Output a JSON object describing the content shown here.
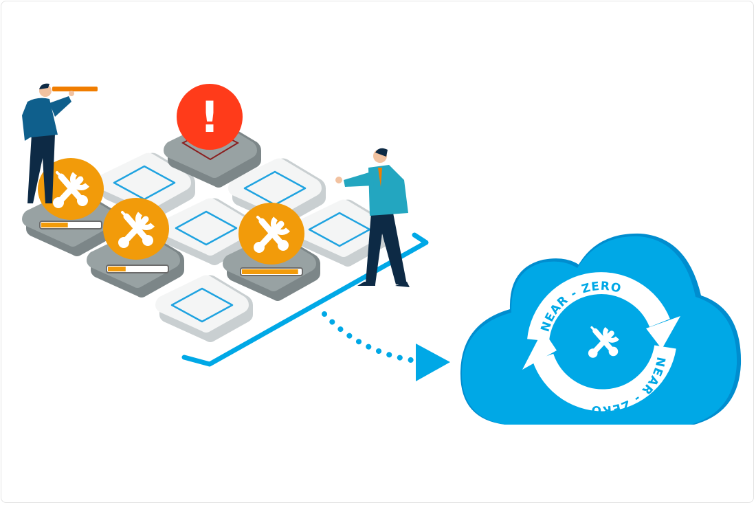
{
  "illustration": {
    "cloud_label_top": "NEAR - ZERO",
    "cloud_label_bottom": "NEAR - ZERO",
    "alert_symbol": "!",
    "maintenance_progress": [
      0.45,
      0.3,
      0.95
    ],
    "colors": {
      "cloud": "#00a8e6",
      "alert": "#ff3b1a",
      "maintenance": "#f29b0a",
      "path": "#00a8e6"
    },
    "icons": [
      "telescope-icon",
      "alert-icon",
      "wrench-screwdriver-icon",
      "cycle-arrows-icon",
      "cloud-icon"
    ]
  }
}
